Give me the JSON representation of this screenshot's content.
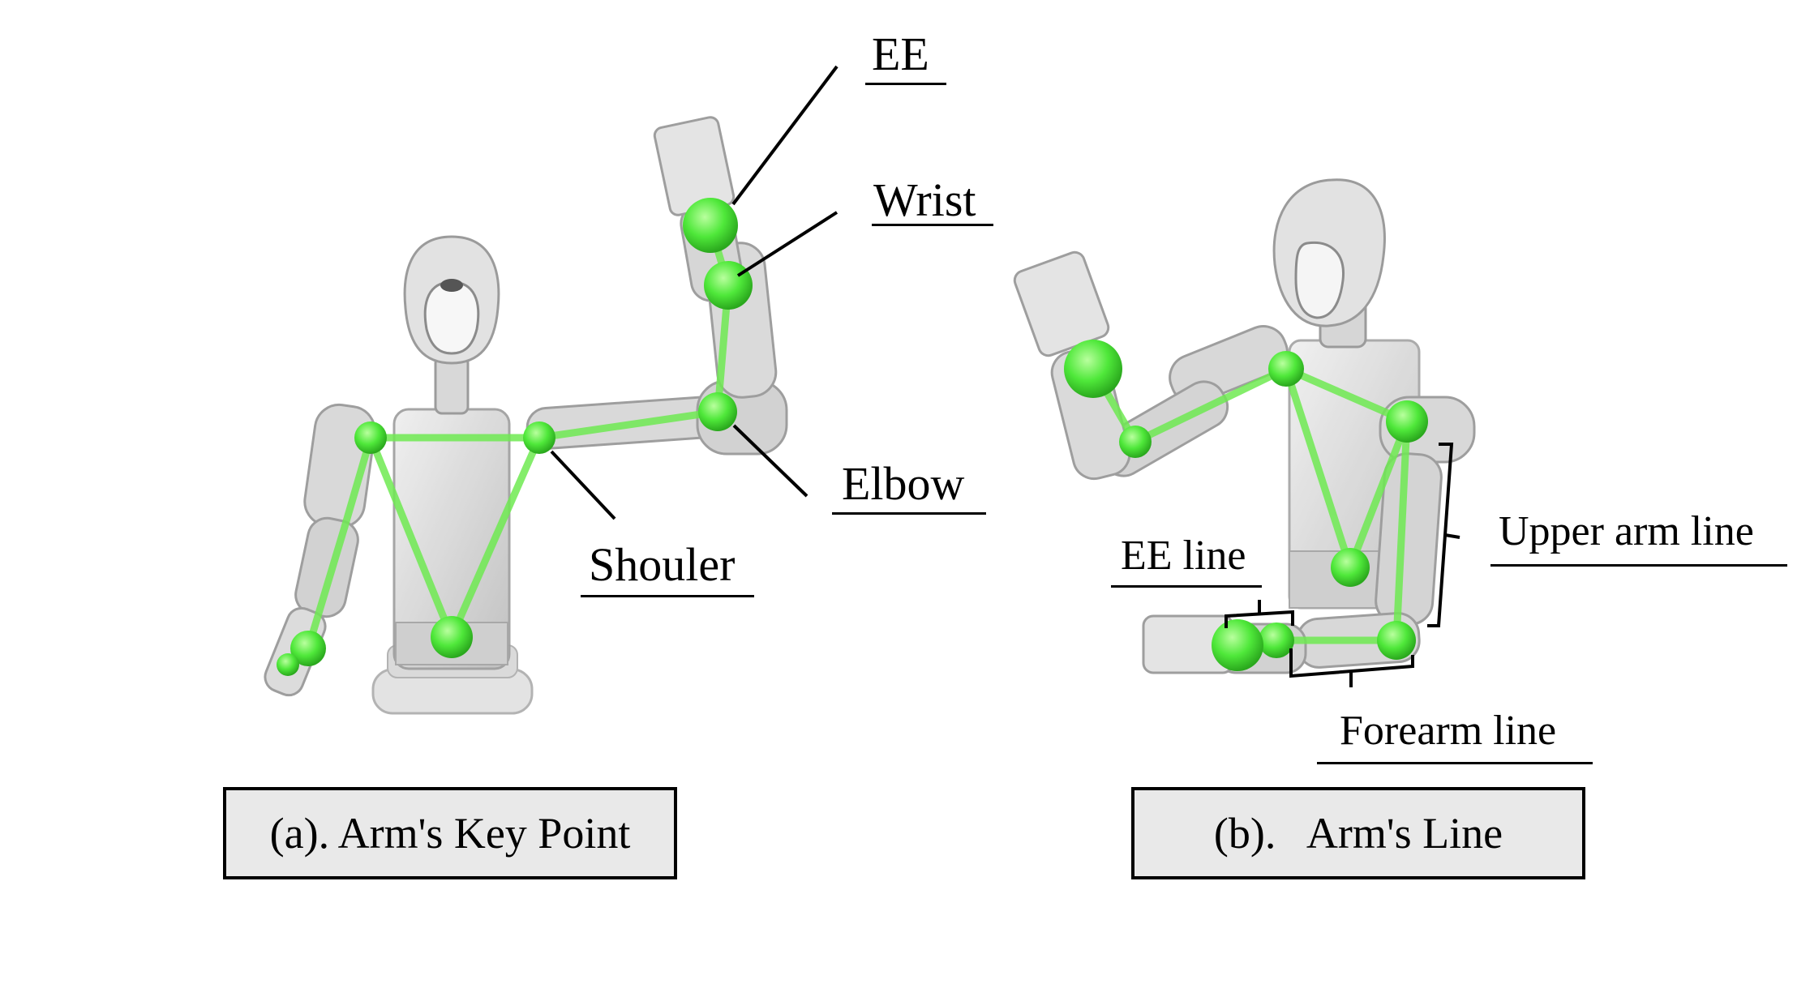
{
  "panel_a": {
    "labels": {
      "ee": "EE",
      "wrist": "Wrist",
      "elbow": "Elbow",
      "shoulder": "Shouler"
    },
    "caption": "(a). Arm's Key Point"
  },
  "panel_b": {
    "labels": {
      "ee_line": "EE line",
      "upper_arm_line": "Upper arm line",
      "forearm_line": "Forearm line"
    },
    "caption": "(b).   Arm's Line"
  },
  "colors": {
    "keypoint_green": "#4fe83a",
    "robot_gray": "#d4d4d4",
    "robot_shadow": "#a9a9a9",
    "caption_fill": "#e9e9e9"
  }
}
